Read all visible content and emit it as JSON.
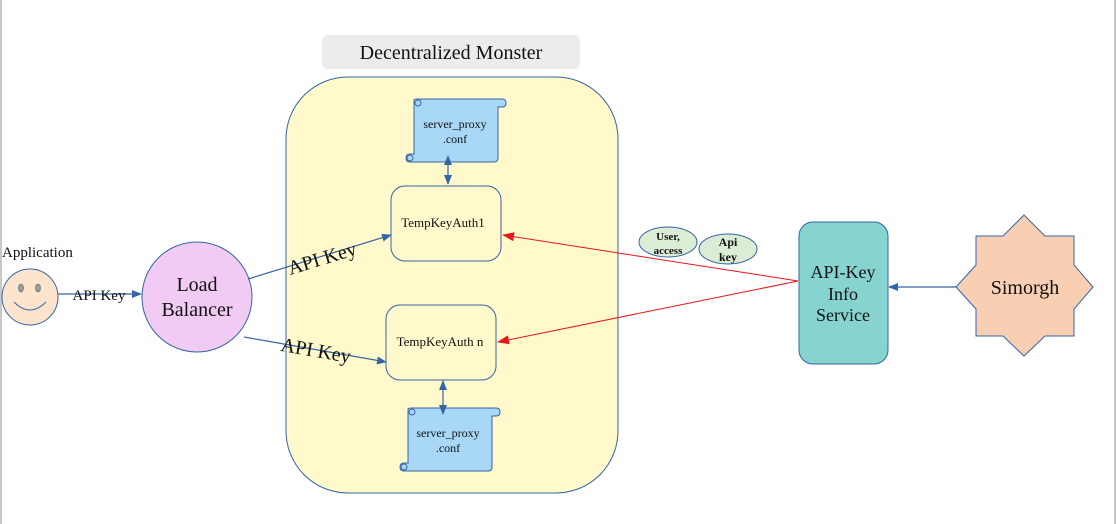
{
  "title": "Decentralized Monster",
  "nodes": {
    "application": {
      "label": "Application"
    },
    "load_balancer": {
      "label_line1": "Load",
      "label_line2": "Balancer"
    },
    "config_top": {
      "line1": "server_proxy",
      "line2": ".conf"
    },
    "config_bottom": {
      "line1": "server_proxy",
      "line2": ".conf"
    },
    "auth_1": {
      "label": "TempKeyAuth1"
    },
    "auth_n": {
      "label": "TempKeyAuth n"
    },
    "api_key_info": {
      "line1": "API-Key",
      "line2": "Info",
      "line3": "Service"
    },
    "simorgh": {
      "label": "Simorgh"
    }
  },
  "edges": {
    "app_to_lb": {
      "label": "API Key"
    },
    "lb_to_auth1": {
      "label": "API Key"
    },
    "lb_to_authn": {
      "label": "API Key"
    }
  },
  "bubbles": {
    "user_access": {
      "line1": "User,",
      "line2": "access"
    },
    "api_key": {
      "line1": "Api",
      "line2": "key"
    }
  },
  "colors": {
    "container_fill": "#fff9cc",
    "stroke_blue": "#3465a4",
    "red_arrow": "#e8141b",
    "lb_fill": "#f1cbf4",
    "scroll_fill": "#a9d8f7",
    "info_fill": "#86d3d0",
    "simorgh_fill": "#f8cfb3",
    "face_fill": "#fde4cc",
    "bubble_fill": "#dcedd6",
    "title_bg": "#ececec"
  }
}
